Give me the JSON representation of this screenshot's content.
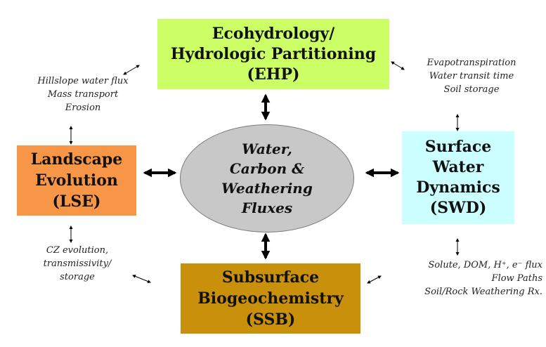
{
  "center": {
    "lines": [
      "Water,",
      "Carbon &",
      "Weathering",
      "Fluxes"
    ]
  },
  "boxes": {
    "ehp": {
      "lines": [
        "Ecohydrology/",
        "Hydrologic Partitioning",
        "(EHP)"
      ],
      "color": "#ccff66"
    },
    "lse": {
      "lines": [
        "Landscape",
        "Evolution",
        "(LSE)"
      ],
      "color": "#f79646"
    },
    "swd": {
      "lines": [
        "Surface",
        "Water",
        "Dynamics",
        "(SWD)"
      ],
      "color": "#ccffff"
    },
    "ssb": {
      "lines": [
        "Subsurface",
        "Biogeochemistry",
        "(SSB)"
      ],
      "color": "#c9900c"
    }
  },
  "notes": {
    "hillslope": [
      "Hillslope water flux",
      "Mass transport",
      "Erosion"
    ],
    "evapotranspiration": [
      "Evapotranspiration",
      "Water transit time",
      "Soil storage"
    ],
    "cz": [
      "CZ evolution,",
      "transmissivity/",
      "storage"
    ],
    "solute": [
      "Solute, DOM, H⁺, e⁻ flux",
      "Flow Paths",
      "Soil/Rock Weathering Rx."
    ]
  }
}
